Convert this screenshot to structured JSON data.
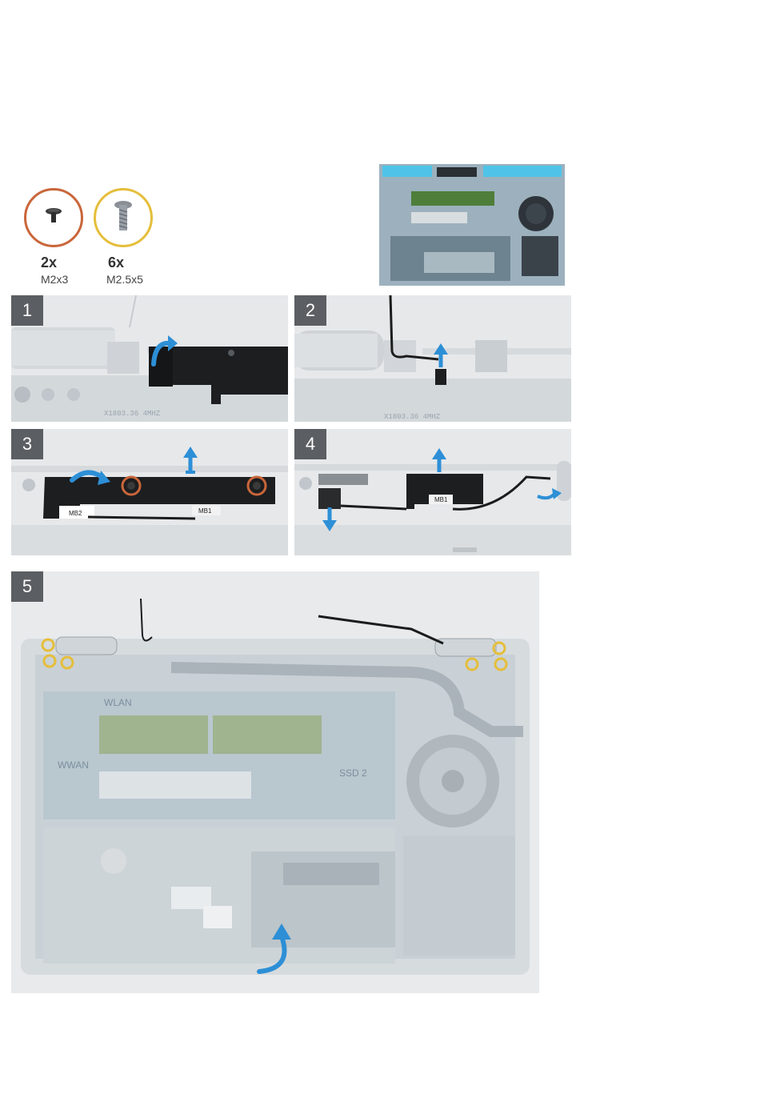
{
  "screws": [
    {
      "qty": "2x",
      "size": "M2x3",
      "color": "#c9663a"
    },
    {
      "qty": "6x",
      "size": "M2.5x5",
      "color": "#e5be3a"
    }
  ],
  "steps": [
    "1",
    "2",
    "3",
    "4",
    "5"
  ],
  "labels": {
    "mb1": "MB1",
    "mb2": "MB2",
    "board_code": "X1803.36 4MHZ",
    "wlan": "WLAN",
    "wwan": "WWAN",
    "ssd": "SSD 2"
  },
  "colors": {
    "arrow": "#2d8fd6",
    "cable": "#1c1c1c",
    "board": "#b9c7cf",
    "panel_bg": "#e9ebee",
    "badge": "#5b5e62",
    "hinge_highlight": "#4fc3e8"
  }
}
